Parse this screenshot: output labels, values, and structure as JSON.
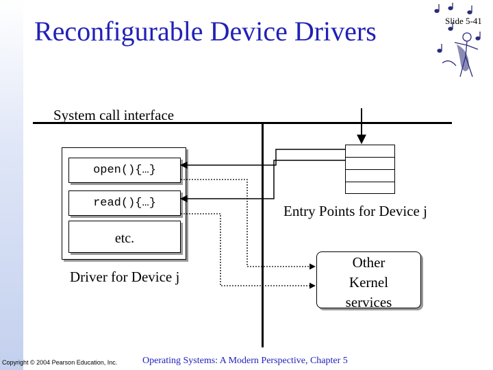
{
  "title": "Reconfigurable Device Drivers",
  "slide_number": "Slide 5-41",
  "system_call_interface": "System call interface",
  "driver": {
    "open_fn": "open(){…}",
    "read_fn": "read(){…}",
    "etc": "etc.",
    "label": "Driver for Device j"
  },
  "entry_points_label": "Entry Points for Device j",
  "kernel_services": [
    "Other",
    "Kernel",
    "services"
  ],
  "footer": {
    "copyright": "Copyright © 2004 Pearson Education, Inc.",
    "book": "Operating Systems: A Modern Perspective, Chapter 5"
  },
  "icons": [
    "music-notes-icon",
    "arrow-icon"
  ]
}
